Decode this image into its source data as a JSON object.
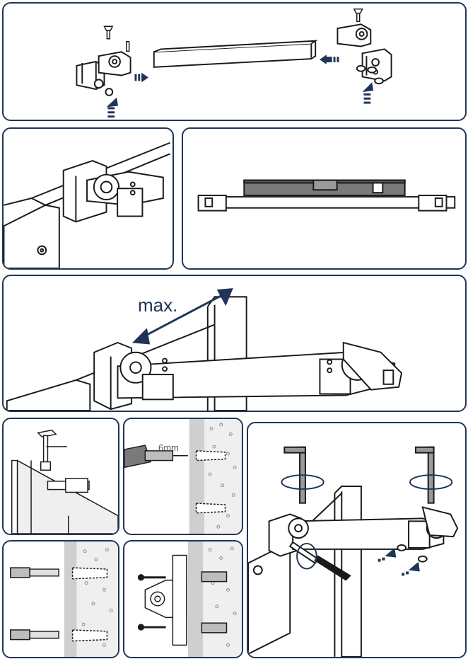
{
  "labels": {
    "max": "max.",
    "drill_size": "6mm"
  },
  "colors": {
    "frame": "#1f3558",
    "arrow": "#1f3558",
    "line": "#1a1a1a",
    "wall": "#cfcfcf",
    "concrete": "#e8e8e8",
    "dowel": "#bdbdbd"
  },
  "panels": [
    {
      "name": "step-assemble-bar"
    },
    {
      "name": "step-fix-clamp"
    },
    {
      "name": "step-level"
    },
    {
      "name": "step-max-length"
    },
    {
      "name": "step-mark-position"
    },
    {
      "name": "step-drill"
    },
    {
      "name": "step-tighten"
    },
    {
      "name": "step-dowels"
    },
    {
      "name": "step-screw-bracket"
    }
  ]
}
